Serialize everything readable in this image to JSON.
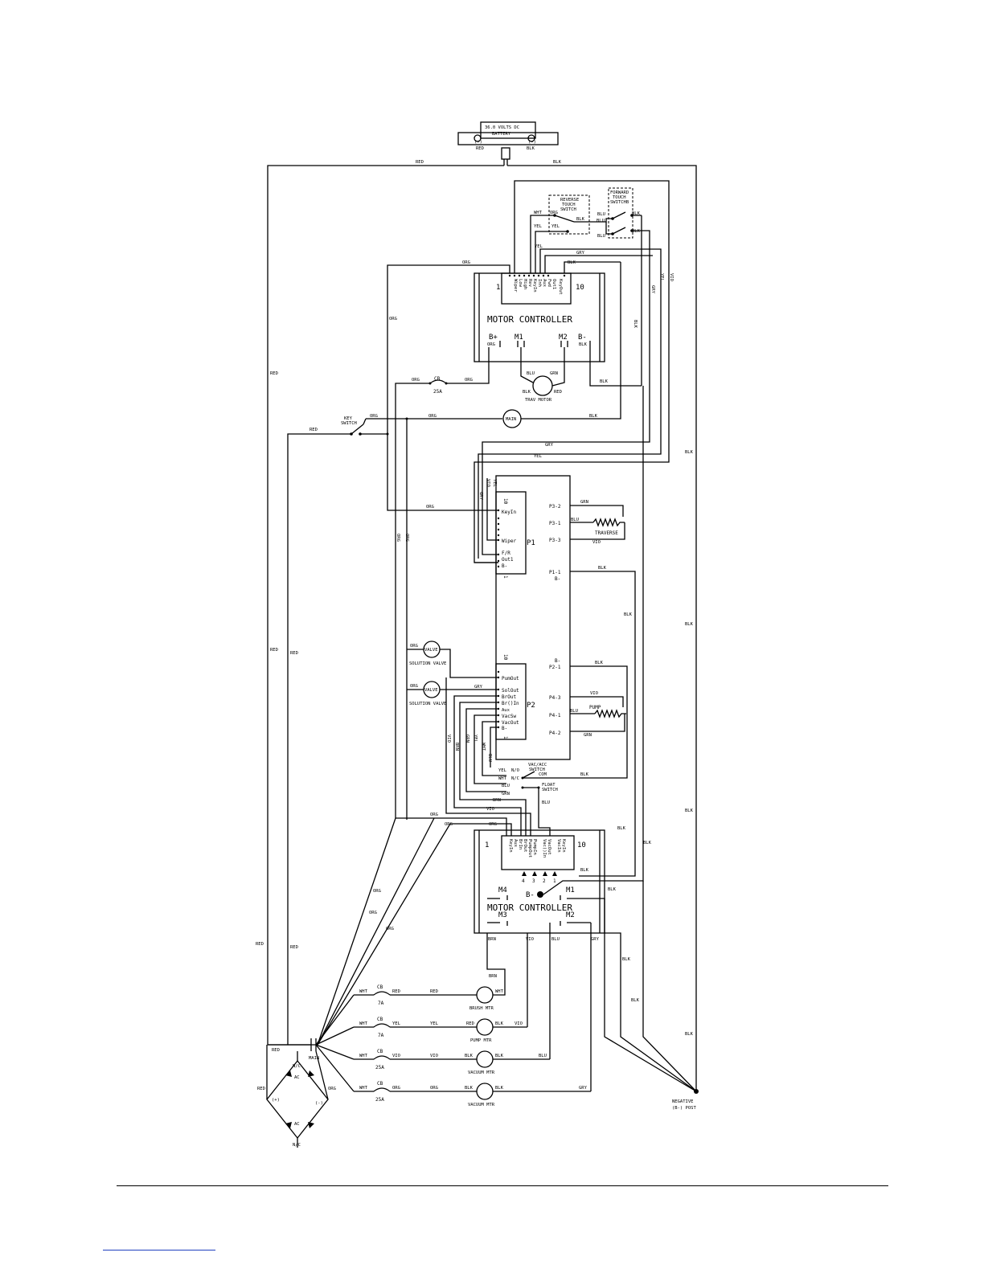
{
  "battery": {
    "line1": "36.0 VOLTS DC",
    "line2": "BATTERY",
    "pos": "(+)",
    "neg": "(-)"
  },
  "colors": {
    "red": "RED",
    "blk": "BLK",
    "org": "ORG",
    "grn": "GRN",
    "blu": "BLU",
    "yel": "YEL",
    "wht": "WHT",
    "gry": "GRY",
    "vio": "VIO",
    "brn": "BRN"
  },
  "reverse_switch": [
    "REVERSE",
    "TOUCH",
    "SWITCH"
  ],
  "forward_switch": [
    "FORWARD",
    "TOUCH",
    "SWITCHB"
  ],
  "mc1": {
    "title": "MOTOR CONTROLLER",
    "pin_first": "1",
    "pin_last": "10",
    "pins": [
      "Wiper",
      "Low",
      "High",
      "Rev",
      "KeyIn",
      "Inh",
      "Aux",
      "Fwd",
      "Out1",
      "KeyOut"
    ],
    "terminals": [
      "B+",
      "M1",
      "M2",
      "B-"
    ]
  },
  "trav_motor": "TRAV MOTOR",
  "cb_25a": "CB",
  "cb_25a_rating": "25A",
  "key_switch": [
    "KEY",
    "SWITCH"
  ],
  "main_coil": "MAIN",
  "pcb": {
    "p1": "P1",
    "p2": "P2",
    "p1_first": "10",
    "p1_last": "1",
    "p1_pins": [
      "KeyIn",
      "Wiper",
      "F/R",
      "Out1",
      "B-"
    ],
    "p2_first": "10",
    "p2_last": "1",
    "p2_pins": [
      "PumOut",
      "SolOut",
      "BrOut",
      "Br()In",
      "Aux",
      "VacSw",
      "VacOut",
      "B-"
    ],
    "right_pins": [
      "P3-2",
      "P3-1",
      "P3-3",
      "P1-1",
      "B-",
      "B-",
      "P2-1",
      "P4-3",
      "P4-1",
      "P4-2"
    ],
    "traverse": "TRAVERSE",
    "pump": "PUMP"
  },
  "valve": "VALVE",
  "solution_valve": "SOLUTION VALVE",
  "vac_switch": [
    "VAC/ACC",
    "SWITCH",
    "COM",
    "N/O",
    "N/C"
  ],
  "float_switch": [
    "FLOAT",
    "SWITCH"
  ],
  "mc2": {
    "title": "MOTOR CONTROLLER",
    "pin_first": "1",
    "pin_last": "10",
    "pins": [
      "KeyIn",
      "Aux",
      "BrIn",
      "BrOut",
      "PumpOut",
      "PumpIn",
      "Vac()In",
      "VacOut",
      "VacIn",
      "KeyIn"
    ],
    "connector_nums": [
      "4",
      "3",
      "2",
      "1"
    ],
    "terminals": [
      "M4",
      "B-",
      "M1",
      "M3",
      "M2"
    ]
  },
  "motors": [
    {
      "cb": "CB",
      "rating": "7A",
      "label": "BRUSH MTR"
    },
    {
      "cb": "CB",
      "rating": "7A",
      "label": "PUMP MTR"
    },
    {
      "cb": "CB",
      "rating": "25A",
      "label": "VACUUM MTR"
    },
    {
      "cb": "CB",
      "rating": "25A",
      "label": "VACUUM MTR"
    }
  ],
  "bridge": {
    "plus": "(+)",
    "minus": "(-)",
    "ac": "AC",
    "nc": "N/C"
  },
  "negative_post": [
    "NEGATIVE",
    "(B-) POST"
  ]
}
